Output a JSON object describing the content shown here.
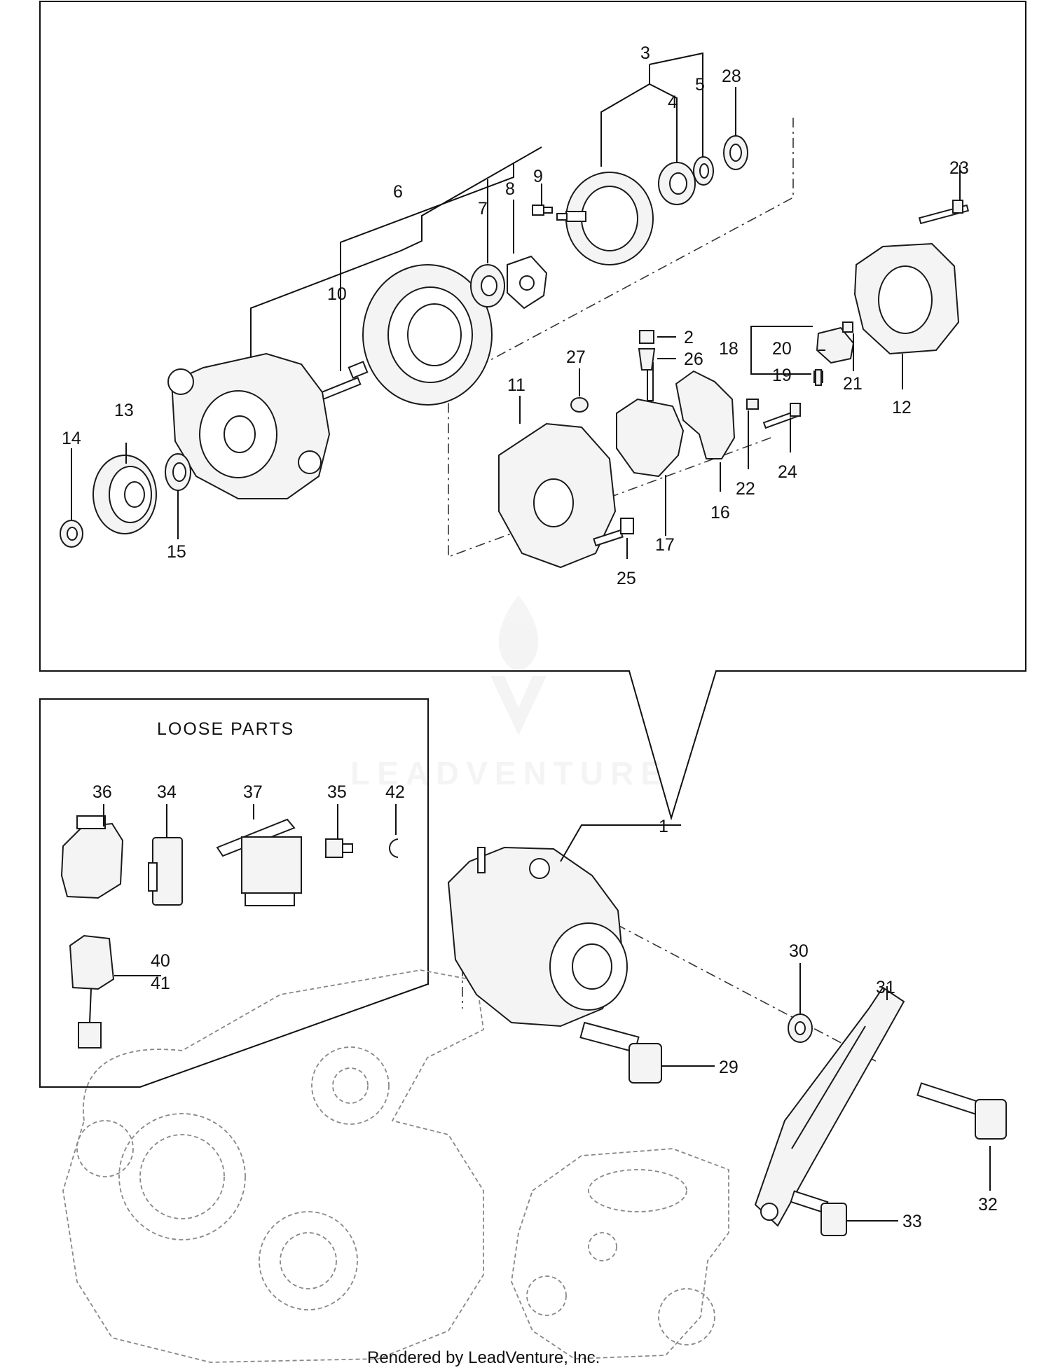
{
  "loose_parts_title": "LOOSE PARTS",
  "watermark_text": "LEADVENTURE",
  "credit_text": "Rendered by LeadVenture, Inc.",
  "callouts": {
    "c1": "1",
    "c2": "2",
    "c3": "3",
    "c4": "4",
    "c5": "5",
    "c6": "6",
    "c7": "7",
    "c8": "8",
    "c9": "9",
    "c10": "10",
    "c11": "11",
    "c12": "12",
    "c13": "13",
    "c14": "14",
    "c15": "15",
    "c16": "16",
    "c17": "17",
    "c18": "18",
    "c19": "19",
    "c20": "20",
    "c21": "21",
    "c22": "22",
    "c23": "23",
    "c24": "24",
    "c25": "25",
    "c26": "26",
    "c27": "27",
    "c28": "28",
    "c29": "29",
    "c30": "30",
    "c31": "31",
    "c32": "32",
    "c33": "33",
    "c34": "34",
    "c35": "35",
    "c36": "36",
    "c37": "37",
    "c40": "40",
    "c41": "41",
    "c42": "42"
  },
  "colors": {
    "line": "#111111",
    "ghost": "#888888",
    "watermark": "#ececec"
  }
}
